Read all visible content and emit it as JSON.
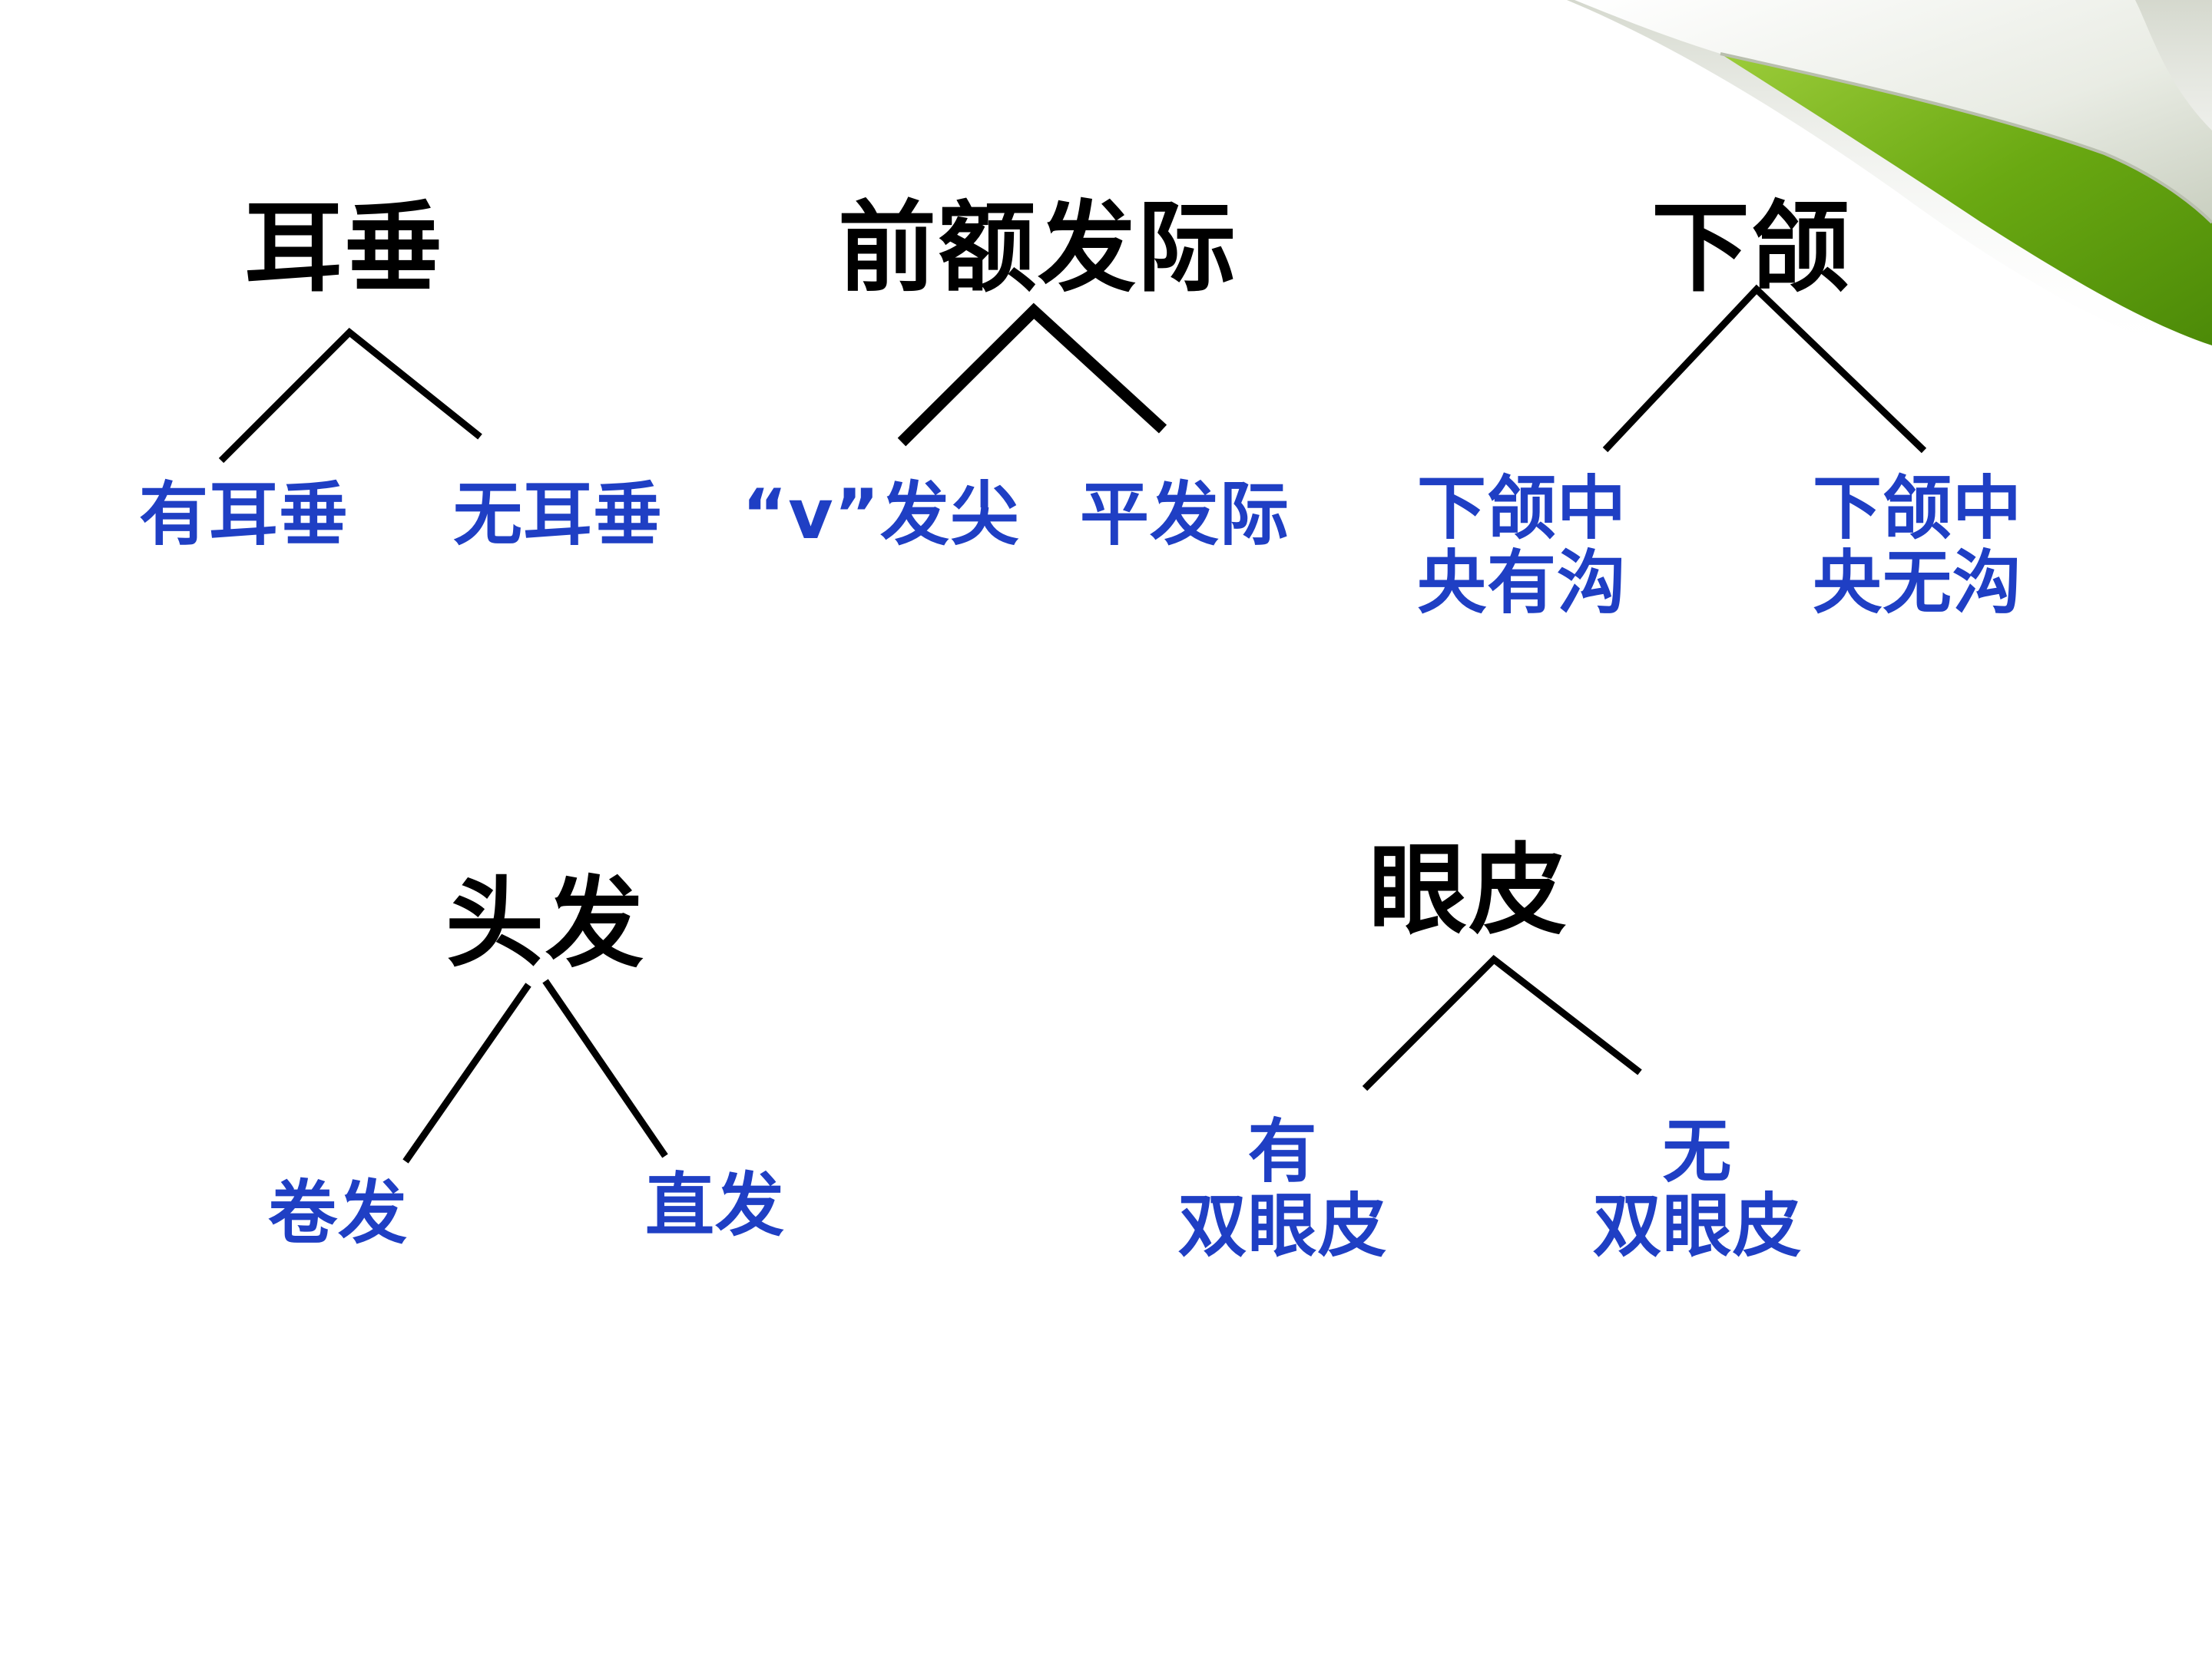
{
  "traits": [
    {
      "title": "耳垂",
      "options": [
        "有耳垂",
        "无耳垂"
      ]
    },
    {
      "title": "前额发际",
      "options": [
        "“v”发尖",
        "平发际"
      ]
    },
    {
      "title": "下颌",
      "options": [
        [
          "下颌中",
          "央有沟"
        ],
        [
          "下颌中",
          "央无沟"
        ]
      ]
    },
    {
      "title": "头发",
      "options": [
        "卷发",
        "直发"
      ]
    },
    {
      "title": "眼皮",
      "options": [
        [
          "有",
          "双眼皮"
        ],
        [
          "无",
          "双眼皮"
        ]
      ]
    }
  ],
  "colors": {
    "title": "#000000",
    "option": "#1f3fc4",
    "line": "#000000",
    "page_curl_green": "#6aa912"
  }
}
